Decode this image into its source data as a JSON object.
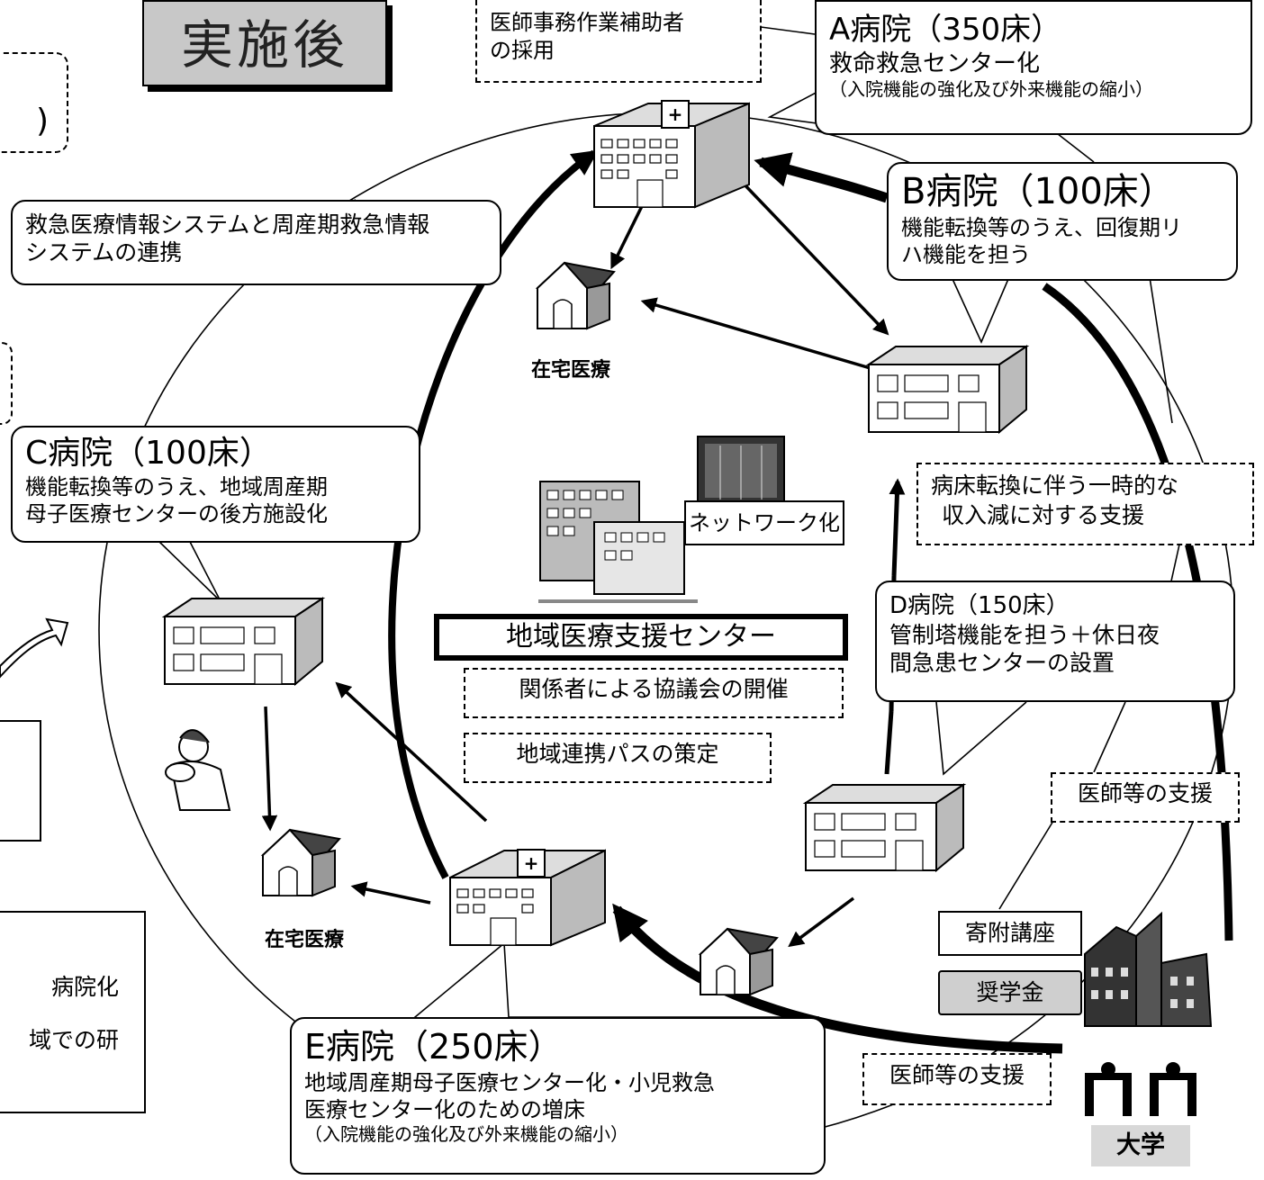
{
  "title": "実施後",
  "hospitals": {
    "a": {
      "name": "A病院（350床）",
      "line1": "救命救急センター化",
      "line2": "（入院機能の強化及び外来機能の縮小）"
    },
    "b": {
      "name": "B病院（100床）",
      "line1": "機能転換等のうえ、回復期リ",
      "line2": "ハ機能を担う"
    },
    "c": {
      "name": "C病院（100床）",
      "line1": "機能転換等のうえ、地域周産期",
      "line2": "母子医療センターの後方施設化"
    },
    "d": {
      "name": "D病院（150床）",
      "line1": "管制塔機能を担う＋休日夜",
      "line2": "間急患センターの設置"
    },
    "e": {
      "name": "E病院（250床）",
      "line1": "地域周産期母子医療センター化・小児救急",
      "line2": "医療センター化のための増床",
      "line3": "（入院機能の強化及び外来機能の縮小）"
    }
  },
  "notes": {
    "clerk_line1": "医師事務作業補助者",
    "clerk_line2": "の採用",
    "emergency_line1": "救急医療情報システムと周産期救急情報",
    "emergency_line2": "システムの連携",
    "bed_support_line1": "病床転換に伴う一時的な",
    "bed_support_line2": "収入減に対する支援",
    "doctor_support_right": "医師等の支援",
    "doctor_support_bottom": "医師等の支援"
  },
  "center": {
    "name": "地域医療支援センター",
    "network": "ネットワーク化",
    "council": "関係者による協議会の開催",
    "path": "地域連携パスの策定"
  },
  "home_care_top": "在宅医療",
  "home_care_bottom": "在宅医療",
  "university": {
    "endowed": "寄附講座",
    "scholarship": "奨学金",
    "name": "大学"
  },
  "left_fragments": {
    "line1": "病院化",
    "line2": "域での研",
    "top": ")"
  }
}
